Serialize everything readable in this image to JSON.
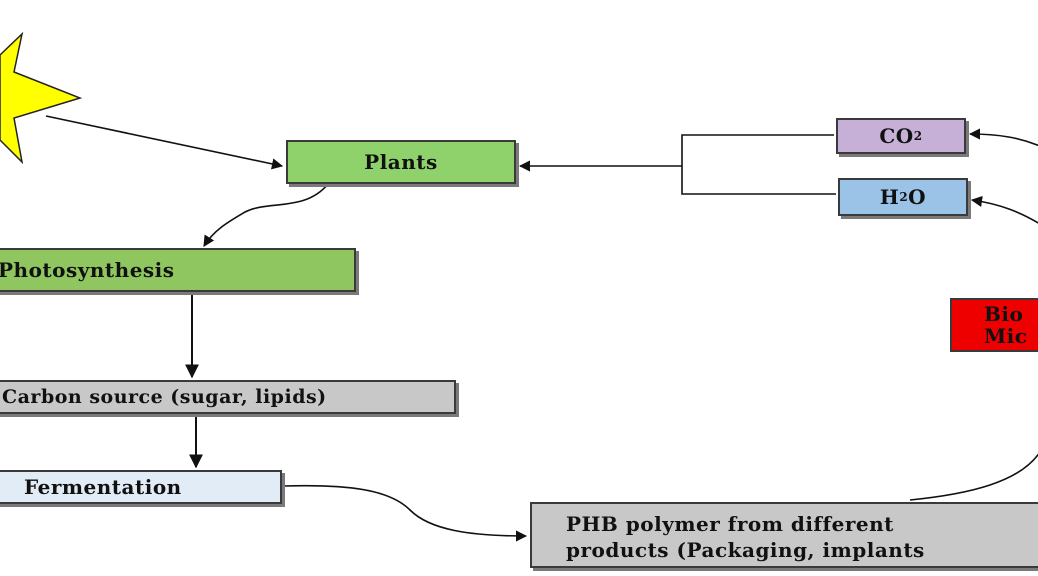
{
  "nodes": {
    "plants": "Plants",
    "photosynthesis": "Photosynthesis",
    "carbon_source": "Carbon source (sugar, lipids)",
    "fermentation": "Fermentation",
    "phb_line1": "PHB polymer from different",
    "phb_line2": "products (Packaging, implants",
    "co2_main": "CO",
    "co2_sub": "2",
    "h2o_pre": "H",
    "h2o_sub": "2",
    "h2o_post": "O",
    "bio_line1": "Bio",
    "bio_line2": "Mic"
  },
  "colors": {
    "sun": "#ffff00",
    "plants": "#8fd16a",
    "photosynthesis": "#8fc660",
    "carbon_source": "#c8c8c8",
    "fermentation": "#e2ecf7",
    "phb": "#c8c8c8",
    "co2": "#c7b0d8",
    "h2o": "#9bc3e8",
    "bio": "#ee0000"
  }
}
